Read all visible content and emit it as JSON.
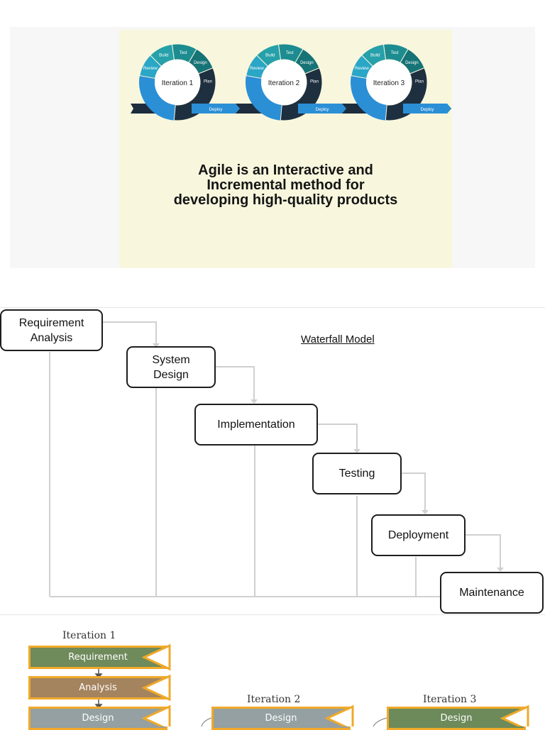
{
  "agile": {
    "iterations": [
      "Iteration 1",
      "Iteration 2",
      "Iteration 3"
    ],
    "segments": [
      "Review",
      "Build",
      "Test",
      "Design",
      "Plan"
    ],
    "deploy_label": "Deploy",
    "caption_lines": [
      "Agile is an Interactive and",
      "Incremental method for",
      "developing high-quality products"
    ]
  },
  "waterfall": {
    "title": "Waterfall Model",
    "steps": [
      {
        "line1": "Requirement",
        "line2": "Analysis"
      },
      {
        "line1": "System",
        "line2": "Design"
      },
      {
        "line1": "Implementation",
        "line2": ""
      },
      {
        "line1": "Testing",
        "line2": ""
      },
      {
        "line1": "Deployment",
        "line2": ""
      },
      {
        "line1": "Maintenance",
        "line2": ""
      }
    ]
  },
  "iterative": {
    "iteration1": {
      "label": "Iteration 1",
      "steps": [
        "Requirement",
        "Analysis",
        "Design"
      ]
    },
    "iteration2": {
      "label": "Iteration 2",
      "steps": [
        "Design"
      ]
    },
    "iteration3": {
      "label": "Iteration 3",
      "steps": [
        "Design"
      ]
    },
    "colors": {
      "requirement": "#6f8a5b",
      "analysis": "#a4845f",
      "design_gray": "#94a0a2",
      "design_green": "#6c8a5a",
      "border": "#f0a92a"
    }
  }
}
